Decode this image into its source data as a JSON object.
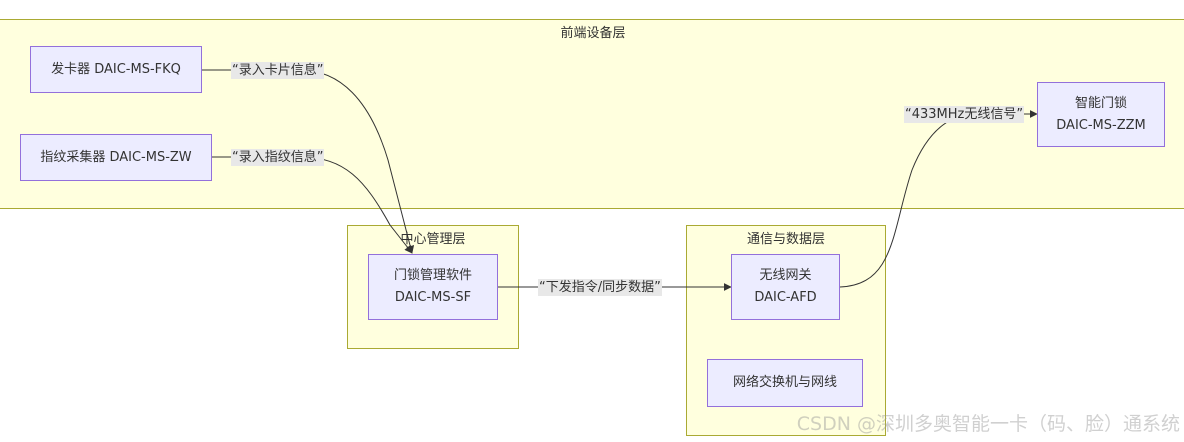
{
  "clusters": {
    "front": {
      "title": "前端设备层"
    },
    "center": {
      "title": "中心管理层"
    },
    "comm": {
      "title": "通信与数据层"
    }
  },
  "nodes": {
    "card_issuer": {
      "lines": [
        "发卡器 DAIC-MS-FKQ"
      ]
    },
    "fingerprint": {
      "lines": [
        "指纹采集器 DAIC-MS-ZW"
      ]
    },
    "smart_lock": {
      "lines": [
        "智能门锁",
        "DAIC-MS-ZZM"
      ]
    },
    "software": {
      "lines": [
        "门锁管理软件",
        "DAIC-MS-SF"
      ]
    },
    "gateway": {
      "lines": [
        "无线网关",
        "DAIC-AFD"
      ]
    },
    "switch": {
      "lines": [
        "网络交换机与网线"
      ]
    }
  },
  "edges": {
    "card_to_software": {
      "label": "“录入卡片信息”"
    },
    "fp_to_software": {
      "label": "“录入指纹信息”"
    },
    "software_to_gateway": {
      "label": "“下发指令/同步数据”"
    },
    "gateway_to_lock": {
      "label": "“433MHz无线信号”"
    }
  },
  "watermark": "CSDN @深圳多奥智能一卡（码、脸）通系统",
  "colors": {
    "cluster_fill": "#ffffde",
    "cluster_border": "#aaaa33",
    "node_fill": "#ececff",
    "node_border": "#9370db",
    "edge": "#333333",
    "label_bg": "#e8e8e8"
  }
}
